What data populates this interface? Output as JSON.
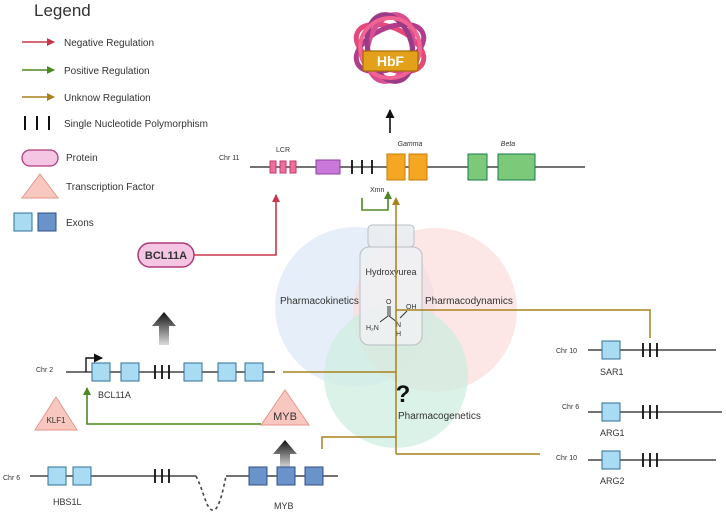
{
  "legend": {
    "title": "Legend",
    "items": {
      "negative": "Negative Regulation",
      "positive": "Positive Regulation",
      "unknown": "Unknow Regulation",
      "snp": "Single Nucleotide Polymorphism",
      "protein": "Protein",
      "tf": "Transcription Factor",
      "exons": "Exons"
    }
  },
  "hbf": {
    "label": "HbF"
  },
  "chr11": {
    "chr_label": "Chr 11",
    "lcr": "LCR",
    "gamma": "Gamma",
    "beta": "Beta",
    "xmn": "Xmn"
  },
  "bcl11a_protein": "BCL11A",
  "venn": {
    "pk": "Pharmacokinetics",
    "pd": "Pharmacodynamics",
    "pg": "Pharmacogenetics",
    "drug": "Hydroxyurea",
    "h2n": "H₂N",
    "o": "O",
    "oh": "OH",
    "h": "H",
    "n": "N",
    "question": "?"
  },
  "chr2": {
    "chr_label": "Chr 2",
    "gene": "BCL11A"
  },
  "klf1": "KLF1",
  "myb_tf": "MYB",
  "chr6": {
    "chr_label": "Chr 6",
    "hbs1l": "HBS1L",
    "myb": "MYB"
  },
  "sar1": {
    "chr_label": "Chr 10",
    "gene": "SAR1"
  },
  "arg1": {
    "chr_label": "Chr 6",
    "gene": "ARG1"
  },
  "arg2": {
    "chr_label": "Chr 10",
    "gene": "ARG2"
  },
  "colors": {
    "negative": "#c8364a",
    "positive": "#4a8a1f",
    "unknown": "#a8821e",
    "exon_light": "#a9dcf2",
    "exon_dark": "#6a93c9",
    "protein": "#f4c6e4",
    "tf": "#f8c7c0",
    "gamma": "#f5a623",
    "beta": "#7dc97a"
  }
}
